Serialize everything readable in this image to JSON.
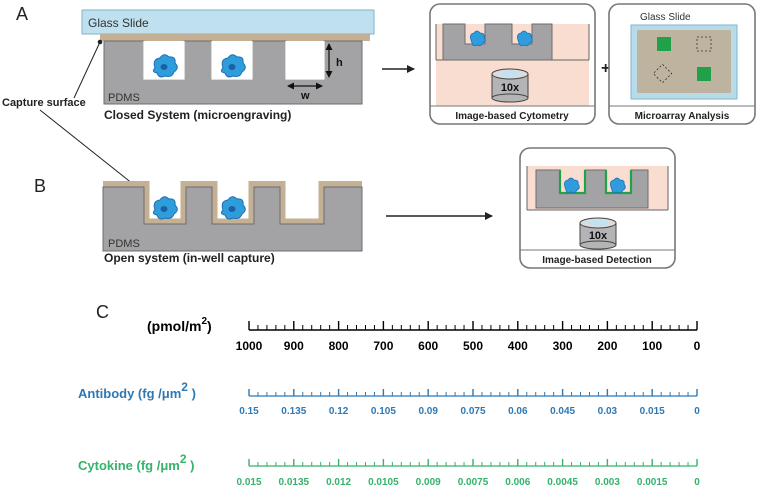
{
  "panels": {
    "a": {
      "letter": "A",
      "glass_slide_label": "Glass Slide",
      "capture_surface_label": "Capture surface",
      "pdms_label": "PDMS",
      "height_label": "h",
      "width_label": "w",
      "caption": "Closed System (microengraving)",
      "objective_label": "10x",
      "cytometry_caption": "Image-based Cytometry",
      "plus_sign": "+",
      "array_slide_label": "Glass Slide",
      "array_caption": "Microarray Analysis"
    },
    "b": {
      "letter": "B",
      "pdms_label": "PDMS",
      "caption": "Open system (in-well capture)",
      "objective_label": "10x",
      "detection_caption": "Image-based Detection"
    },
    "c": {
      "letter": "C",
      "scales": [
        {
          "name": "pmol",
          "label_main": "(pmol/m",
          "label_sup": "2",
          "label_end": ")",
          "ticks": [
            "1000",
            "900",
            "800",
            "700",
            "600",
            "500",
            "400",
            "300",
            "200",
            "100",
            "0"
          ],
          "color": "#000000"
        },
        {
          "name": "antibody",
          "label_main": "Antibody (fg /μm",
          "label_sup": "2",
          "label_end": " )",
          "ticks": [
            "0.15",
            "0.135",
            "0.12",
            "0.105",
            "0.09",
            "0.075",
            "0.06",
            "0.045",
            "0.03",
            "0.015",
            "0"
          ],
          "color": "#2e78b4"
        },
        {
          "name": "cytokine",
          "label_main": "Cytokine (fg /μm",
          "label_sup": "2",
          "label_end": " )",
          "ticks": [
            "0.015",
            "0.0135",
            "0.012",
            "0.0105",
            "0.009",
            "0.0075",
            "0.006",
            "0.0045",
            "0.003",
            "0.0015",
            "0"
          ],
          "color": "#34b36a"
        }
      ]
    }
  },
  "colors": {
    "pdms": "#a3a3a5",
    "capture_coat": "#c4b094",
    "glass": "#bfe0ee",
    "cell": "#2f9ddc",
    "cell_nucleus": "#1a5fa8",
    "media": "#f8ddd0",
    "array_spot": "#21a14a",
    "antibody": "#2e78b4",
    "cytokine": "#34b36a"
  }
}
